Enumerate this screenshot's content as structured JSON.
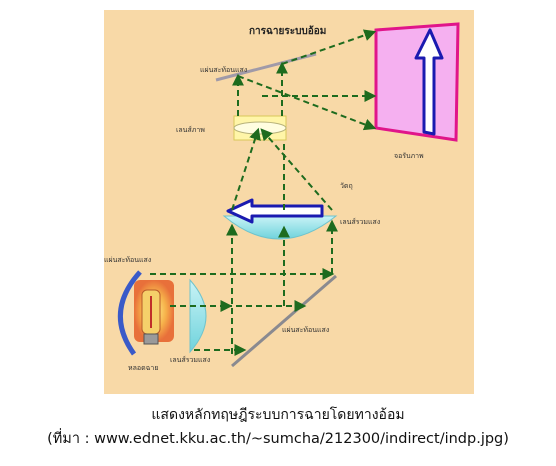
{
  "diagram": {
    "title": "การฉายระบบอ้อม",
    "labels": {
      "upper_mirror": "แผ่นสะท้อนแสง",
      "objective_lens": "เลนส์ภาพ",
      "screen": "จอรับภาพ",
      "object": "วัตถุ",
      "condenser_upper": "เลนส์รวมแสง",
      "left_mirror": "แผ่นสะท้อนแสง",
      "lower_mirror": "แผ่นสะท้อนแสง",
      "lamp": "หลอดฉาย",
      "condenser_lower": "เลนส์รวมแสง"
    },
    "colors": {
      "background": "#f8d9a7",
      "ray": "#1e6b1e",
      "screen_fill": "#f5b0f0",
      "screen_border": "#e0158a",
      "arrow": "#1a1ab0",
      "lens": "#8ee0e6",
      "mirror": "#a09aa8"
    }
  },
  "caption": {
    "line1": "แสดงหลักทฤษฎีระบบการฉายโดยทางอ้อม",
    "line2": "(ที่มา  :  www.ednet.kku.ac.th/~sumcha/212300/indirect/indp.jpg)"
  }
}
